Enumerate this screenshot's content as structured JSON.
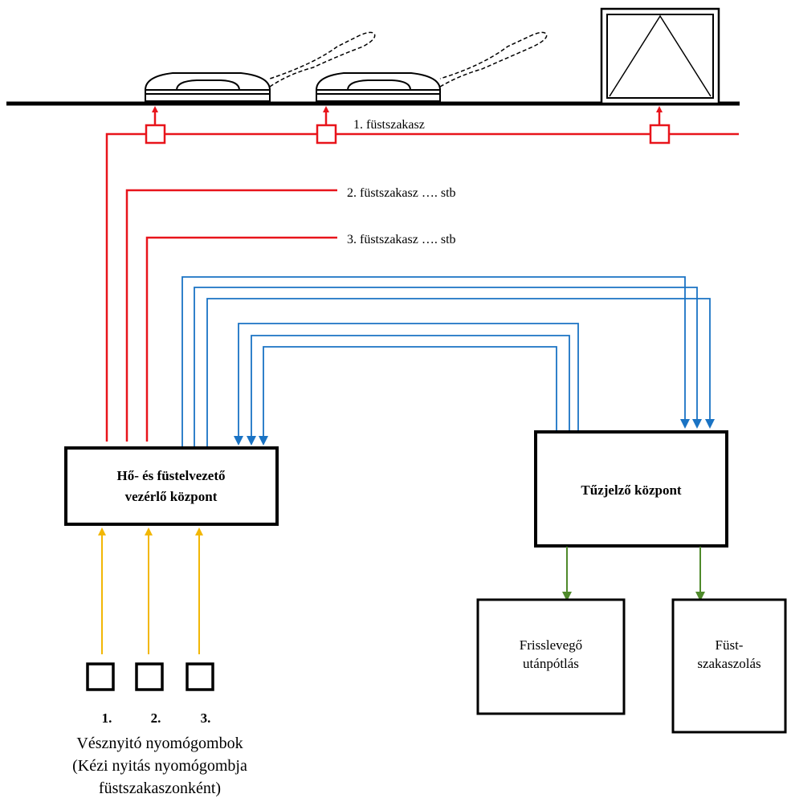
{
  "zones": {
    "zone1": "1. füstszakasz",
    "zone2": "2. füstszakasz …. stb",
    "zone3": "3. füstszakasz …. stb"
  },
  "controller": {
    "line1": "Hő- és füstelvezető",
    "line2": "vezérlő központ"
  },
  "fire_panel": {
    "label": "Tűzjelző központ"
  },
  "fresh_air": {
    "line1": "Frisslevegő",
    "line2": "utánpótlás"
  },
  "smoke_sectioning": {
    "line1": "Füst-",
    "line2": "szakaszolás"
  },
  "buttons": {
    "numbers": [
      "1.",
      "2.",
      "3."
    ],
    "caption_line1": "Vésznyitó nyomógombok",
    "caption_line2": "(Kézi nyitás nyomógombja",
    "caption_line3": "füstszakaszonként)"
  },
  "colors": {
    "red": "#e8141b",
    "blue": "#1a73c4",
    "yellow": "#f2b705",
    "green": "#4f8a2b",
    "black": "#000000"
  }
}
